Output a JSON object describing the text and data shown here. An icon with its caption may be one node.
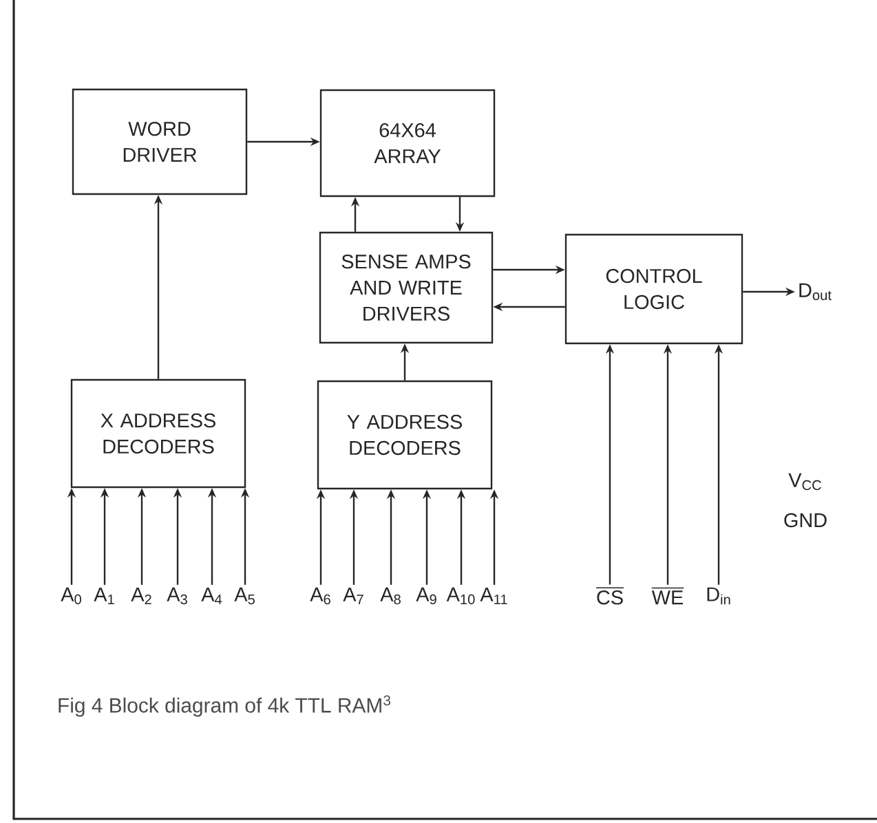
{
  "diagram": {
    "caption": "Fig 4 Block diagram of 4k TTL RAM$^{3}$",
    "nodes": [
      {
        "text": [
          "WORD DRIVER"
        ]
      },
      {
        "text": [
          "64X64 ARRAY"
        ]
      },
      {
        "text": [
          "SENSE AMPS AND WRITE DRIVERS"
        ]
      },
      {
        "text": [
          "CONTROL LOGIC"
        ]
      },
      {
        "text": [
          "X ADDRESS DECODERS"
        ]
      },
      {
        "text": [
          "Y ADDRESS DECODERS"
        ]
      },
      {
        "text": [
          "D$_{out}$"
        ]
      },
      {
        "text": [
          "A$_{0}$"
        ]
      },
      {
        "text": [
          "A$_{1}$"
        ]
      },
      {
        "text": [
          "A$_{2}$"
        ]
      },
      {
        "text": [
          "A$_{3}$"
        ]
      },
      {
        "text": [
          "A$_{4}$"
        ]
      },
      {
        "text": [
          "A$_{5}$"
        ]
      },
      {
        "text": [
          "A$_{6}$"
        ]
      },
      {
        "text": [
          "A$_{7}$"
        ]
      },
      {
        "text": [
          "A$_{8}$"
        ]
      },
      {
        "text": [
          "A$_{9}$"
        ]
      },
      {
        "text": [
          "A$_{10}$"
        ]
      },
      {
        "text": [
          "A$_{11}$"
        ]
      },
      {
        "text": [
          "CS"
        ]
      },
      {
        "text": [
          "WE"
        ]
      },
      {
        "text": [
          "D$_{in}$"
        ]
      }
    ],
    "edges": [
      {
        "from": 0,
        "to": 1,
        "arrow": "to"
      },
      {
        "from": 2,
        "to": 1,
        "arrow": "to"
      },
      {
        "from": 1,
        "to": 2,
        "arrow": "to"
      },
      {
        "from": 2,
        "to": 3,
        "arrow": "to"
      },
      {
        "from": 3,
        "to": 2,
        "arrow": "to"
      },
      {
        "from": 3,
        "to": 6,
        "arrow": "to"
      },
      {
        "from": 4,
        "to": 0,
        "arrow": "to"
      },
      {
        "from": 5,
        "to": 2,
        "arrow": "to"
      },
      {
        "from": 7,
        "to": 4,
        "arrow": "to"
      },
      {
        "from": 8,
        "to": 4,
        "arrow": "to"
      },
      {
        "from": 9,
        "to": 4,
        "arrow": "to"
      },
      {
        "from": 10,
        "to": 4,
        "arrow": "to"
      },
      {
        "from": 11,
        "to": 4,
        "arrow": "to"
      },
      {
        "from": 12,
        "to": 4,
        "arrow": "to"
      },
      {
        "from": 13,
        "to": 5,
        "arrow": "to"
      },
      {
        "from": 14,
        "to": 5,
        "arrow": "to"
      },
      {
        "from": 15,
        "to": 5,
        "arrow": "to"
      },
      {
        "from": 16,
        "to": 5,
        "arrow": "to"
      },
      {
        "from": 17,
        "to": 5,
        "arrow": "to"
      },
      {
        "from": 18,
        "to": 5,
        "arrow": "to"
      },
      {
        "from": 19,
        "to": 3,
        "arrow": "to"
      },
      {
        "from": 20,
        "to": 3,
        "arrow": "to"
      },
      {
        "from": 21,
        "to": 3,
        "arrow": "to"
      }
    ],
    "labels": [
      "V$_{CC}$",
      "GND"
    ]
  }
}
